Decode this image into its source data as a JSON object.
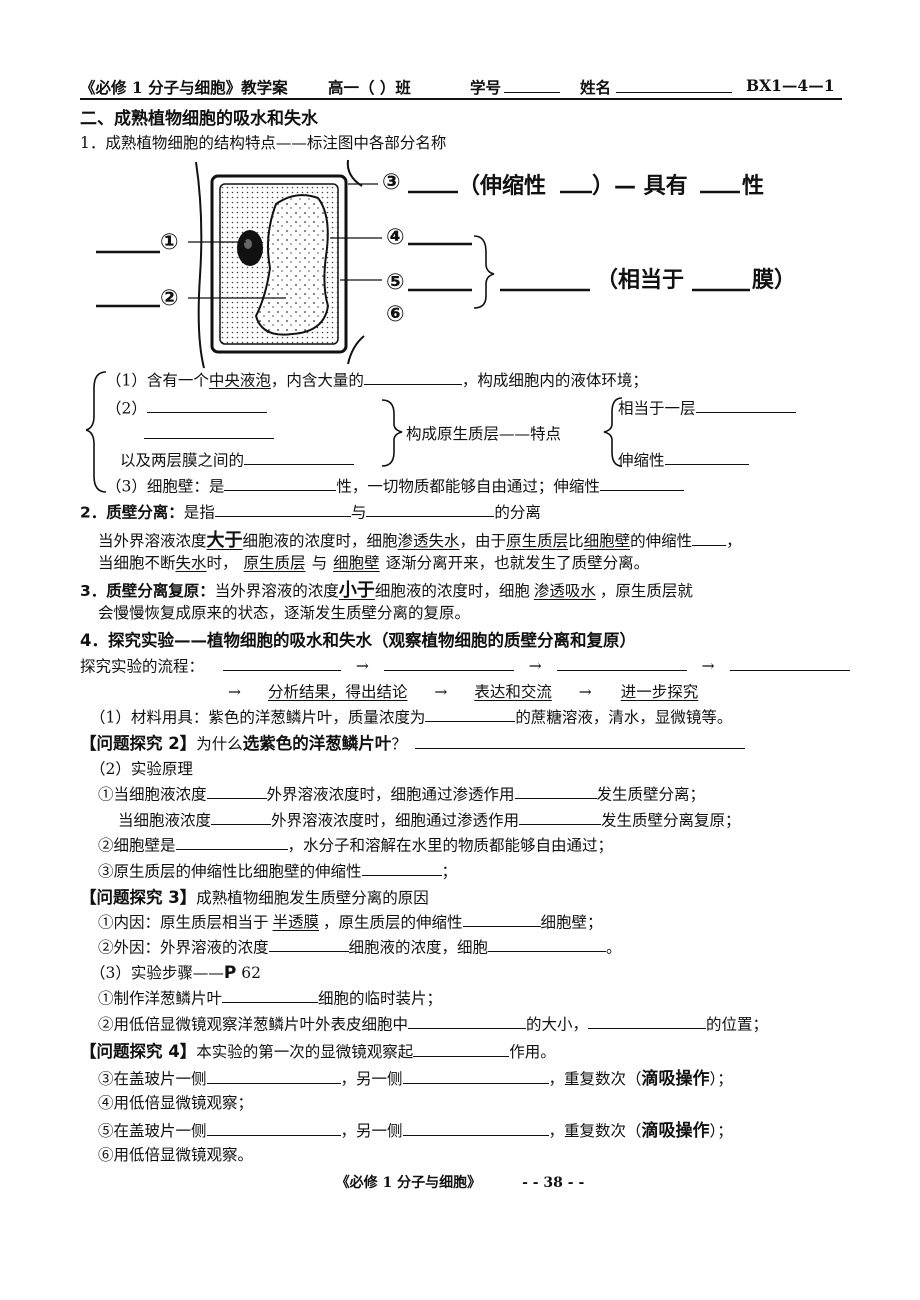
{
  "header": {
    "title": "《必修 1  分子与细胞》教学案",
    "grade": "高一（    ）班",
    "id_label": "学号",
    "name_label": "姓名",
    "code": "BX1—4—1"
  },
  "section_title": "二、成熟植物细胞的吸水和失水",
  "q1": "1．成熟植物细胞的结构特点——标注图中各部分名称",
  "diagram": {
    "n1": "①",
    "n2": "②",
    "n3": "③",
    "n4": "④",
    "n5": "⑤",
    "n6": "⑥",
    "l3_a": "（伸缩性",
    "l3_b": "）— 具有",
    "l3_c": "性",
    "l45_a": "（相当于",
    "l45_b": "膜）"
  },
  "list": {
    "i1_a": "（1）含有一个",
    "i1_b": "中央液泡",
    "i1_c": "，内含大量的",
    "i1_d": "，构成细胞内的液体环境；",
    "i2": "（2）",
    "i2_both": "以及两层膜之间的",
    "i2_mid": "构成原生质层——特点",
    "i2_r1": "相当于一层",
    "i2_r2": "伸缩性",
    "i3_a": "（3）细胞壁：是",
    "i3_b": "性，一切物质都能够自由通过；伸缩性"
  },
  "q2": {
    "label": "2．质壁分离：",
    "a": "是指",
    "b": "与",
    "c": "的分离",
    "p1_a": "当外界溶液浓度",
    "p1_big": "大于",
    "p1_b": "细胞液的浓度时，细胞",
    "p1_c": "渗透失水",
    "p1_d": "，由于",
    "p1_e": "原生质层",
    "p1_f": "比",
    "p1_g": "细胞壁",
    "p1_h": "的伸缩性",
    "p2_a": "当细胞不断",
    "p2_b": "失水",
    "p2_c": "时，",
    "p2_d": "原生质层",
    "p2_e": "与",
    "p2_f": "细胞壁",
    "p2_g": "逐渐分离开来，也就发生了质壁分离。"
  },
  "q3": {
    "label": "3．质壁分离复原：",
    "a": "当外界溶液的浓度",
    "big": "小于",
    "b": "细胞液的浓度时，细胞",
    "c": "渗透吸水",
    "d": "，原生质层就",
    "e": "会慢慢恢复成原来的状态，逐渐发生质壁分离的复原。"
  },
  "q4": {
    "label": "4．探究实验——植物细胞的吸水和失水（观察植物细胞的质壁分离和复原）",
    "flow_label": "探究实验的流程：",
    "arrow": "→",
    "flow5": "分析结果，得出结论",
    "flow6": "表达和交流",
    "flow7": "进一步探究",
    "mat_a": "（1）材料用具：紫色的洋葱鳞片叶，质量浓度为",
    "mat_b": "的蔗糖溶液，清水，显微镜等。",
    "p2_a": "【问题探究 2】",
    "p2_b": "为什么",
    "p2_c": "选紫色的洋葱鳞片叶",
    "p2_d": "？",
    "prin": "（2）实验原理",
    "r1_a": "①当细胞液浓度",
    "r1_b": "外界溶液浓度时，细胞通过渗透作用",
    "r1_c": "发生质壁分离；",
    "r2_a": "当细胞液浓度",
    "r2_b": "外界溶液浓度时，细胞通过渗透作用",
    "r2_c": "发生质壁分离复原；",
    "r3_a": "②细胞壁是",
    "r3_b": "，水分子和溶解在水里的物质都能够自由通过；",
    "r4_a": "③原生质层的伸缩性比细胞壁的伸缩性",
    "r4_b": "；",
    "p3_a": "【问题探究 3】",
    "p3_b": "成熟植物细胞发生质壁分离的原因",
    "c1_a": "①内因：原生质层相当于",
    "c1_b": "半透膜",
    "c1_c": "，原生质层的伸缩性",
    "c1_d": "细胞壁；",
    "c2_a": "②外因：外界溶液的浓度",
    "c2_b": "细胞液的浓度，细胞",
    "c2_c": "。",
    "steps_a": "（3）实验步骤——",
    "steps_b": "P",
    "steps_c": " 62",
    "s1_a": "①制作洋葱鳞片叶",
    "s1_b": "细胞的临时装片；",
    "s2_a": "②用低倍显微镜观察洋葱鳞片叶外表皮细胞中",
    "s2_b": "的大小，",
    "s2_c": "的位置；",
    "p4_a": "【问题探究 4】",
    "p4_b": "本实验的第一次的显微镜观察起",
    "p4_c": "作用。",
    "s3_a": "③在盖玻片一侧",
    "s3_b": "，另一侧",
    "s3_c": "，重复数次（",
    "s3_d": "滴吸操作",
    "s3_e": "）；",
    "s4": "④用低倍显微镜观察；",
    "s5_a": "⑤在盖玻片一侧",
    "s5_b": "，另一侧",
    "s5_c": "，重复数次（",
    "s5_d": "滴吸操作",
    "s5_e": "）；",
    "s6": "⑥用低倍显微镜观察。"
  },
  "footer": {
    "title": "《必修 1   分子与细胞》",
    "page": "- - 38 - -"
  }
}
